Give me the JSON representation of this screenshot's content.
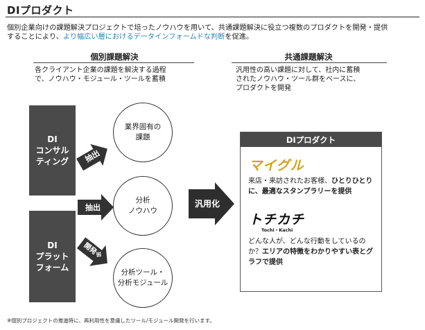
{
  "title": "DIプロダクト",
  "intro": {
    "line1": "個別企業向けの課題解決プロジェクトで培ったノウハウを用いて、共通課題解決に役立つ複数のプロダクトを開発・提供",
    "line2_pre": "することにより、",
    "line2_highlight": "より幅広い層におけるデータインフォームドな判断",
    "line2_post": "を促進。"
  },
  "left_column": {
    "heading": "個別課題解決",
    "desc_line1": "各クライアント企業の課題を解決する過程",
    "desc_line2": "で、ノウハウ・モジュール・ツールを蓄積"
  },
  "right_column": {
    "heading": "共通課題解決",
    "desc_line1": "汎用性の高い課題に対して、社内に蓄積",
    "desc_line2": "されたノウハウ・ツール群をベースに、",
    "desc_line3": "プロダクトを開発"
  },
  "boxes": {
    "consulting_line1": "DI",
    "consulting_line2": "コンサル",
    "consulting_line3": "ティング",
    "platform_line1": "DI",
    "platform_line2": "プラット",
    "platform_line3": "フォーム"
  },
  "circles": {
    "c1_line1": "業界固有の",
    "c1_line2": "課題",
    "c2_line1": "分析",
    "c2_line2": "ノウハウ",
    "c3_line1": "分析ツール・",
    "c3_line2": "分析モジュール"
  },
  "arrows": {
    "extract1": "抽出",
    "extract2": "抽出",
    "develop": "開発※",
    "generalize": "汎用化"
  },
  "product_box": {
    "heading": "DIプロダクト",
    "product1_logo": "マイグル",
    "product1_desc_pre": "来店・来訪されたお客様、",
    "product1_desc_bold": "ひとりひとりに、最適なスタンプラリーを提供",
    "product2_logo": "トチカチ",
    "product2_logo_sub": "Tochi・Kachi",
    "product2_desc_pre": "どんな人が、どんな行動をしているのか？",
    "product2_desc_bold": "エリアの特徴をわかりやすい表とグラフで提供"
  },
  "footnote": "※個別プロジェクトの推進時に、再利用性を意識したツール/モジュール開発を行います。",
  "colors": {
    "dark_box": "#4a4a4a",
    "highlight": "#2a86b8",
    "migle_logo": "#d3a21a"
  }
}
